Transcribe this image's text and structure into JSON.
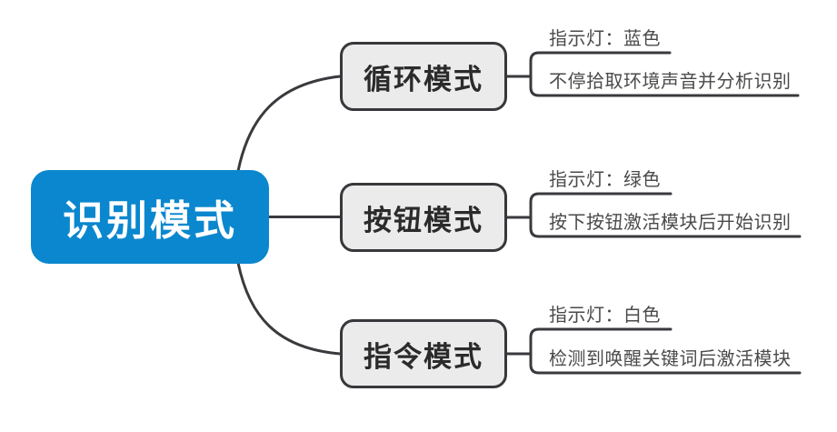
{
  "root": {
    "label": "识别模式"
  },
  "branches": [
    {
      "label": "循环模式",
      "leaves": [
        {
          "text": "指示灯：蓝色"
        },
        {
          "text": "不停拾取环境声音并分析识别"
        }
      ]
    },
    {
      "label": "按钮模式",
      "leaves": [
        {
          "text": "指示灯：绿色"
        },
        {
          "text": "按下按钮激活模块后开始识别"
        }
      ]
    },
    {
      "label": "指令模式",
      "leaves": [
        {
          "text": "指示灯：白色"
        },
        {
          "text": "检测到唤醒关键词后激活模块"
        }
      ]
    }
  ],
  "colors": {
    "root_fill": "#0a87ce",
    "root_text": "#ffffff",
    "branch_fill": "#ebebeb",
    "branch_border": "#38383c",
    "branch_text": "#2b2b2b",
    "connector_line": "#3a3a3e",
    "leaf_text": "#4a4a4a",
    "background": "#ffffff"
  }
}
